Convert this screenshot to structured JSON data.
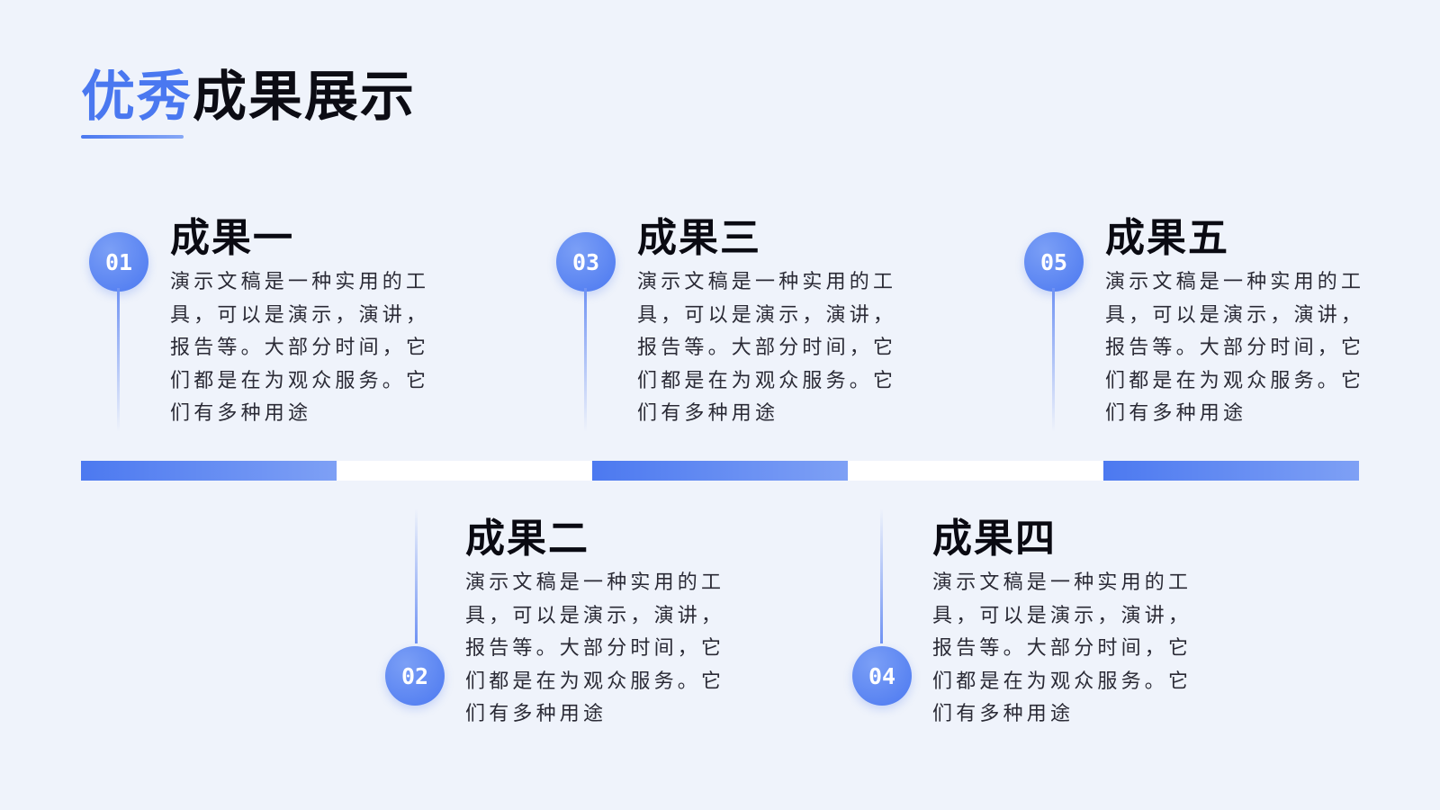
{
  "header": {
    "title_accent": "优秀",
    "title_rest": "成果展示"
  },
  "colors": {
    "accent": "#4a78f0",
    "background": "#eff3fb",
    "text": "#0c0c14"
  },
  "items": [
    {
      "number": "01",
      "heading": "成果一",
      "body": "演示文稿是一种实用的工具，可以是演示，演讲，报告等。大部分时间，它们都是在为观众服务。它们有多种用途"
    },
    {
      "number": "02",
      "heading": "成果二",
      "body": "演示文稿是一种实用的工具，可以是演示，演讲，报告等。大部分时间，它们都是在为观众服务。它们有多种用途"
    },
    {
      "number": "03",
      "heading": "成果三",
      "body": "演示文稿是一种实用的工具，可以是演示，演讲，报告等。大部分时间，它们都是在为观众服务。它们有多种用途"
    },
    {
      "number": "04",
      "heading": "成果四",
      "body": "演示文稿是一种实用的工具，可以是演示，演讲，报告等。大部分时间，它们都是在为观众服务。它们有多种用途"
    },
    {
      "number": "05",
      "heading": "成果五",
      "body": "演示文稿是一种实用的工具，可以是演示，演讲，报告等。大部分时间，它们都是在为观众服务。它们有多种用途"
    }
  ]
}
